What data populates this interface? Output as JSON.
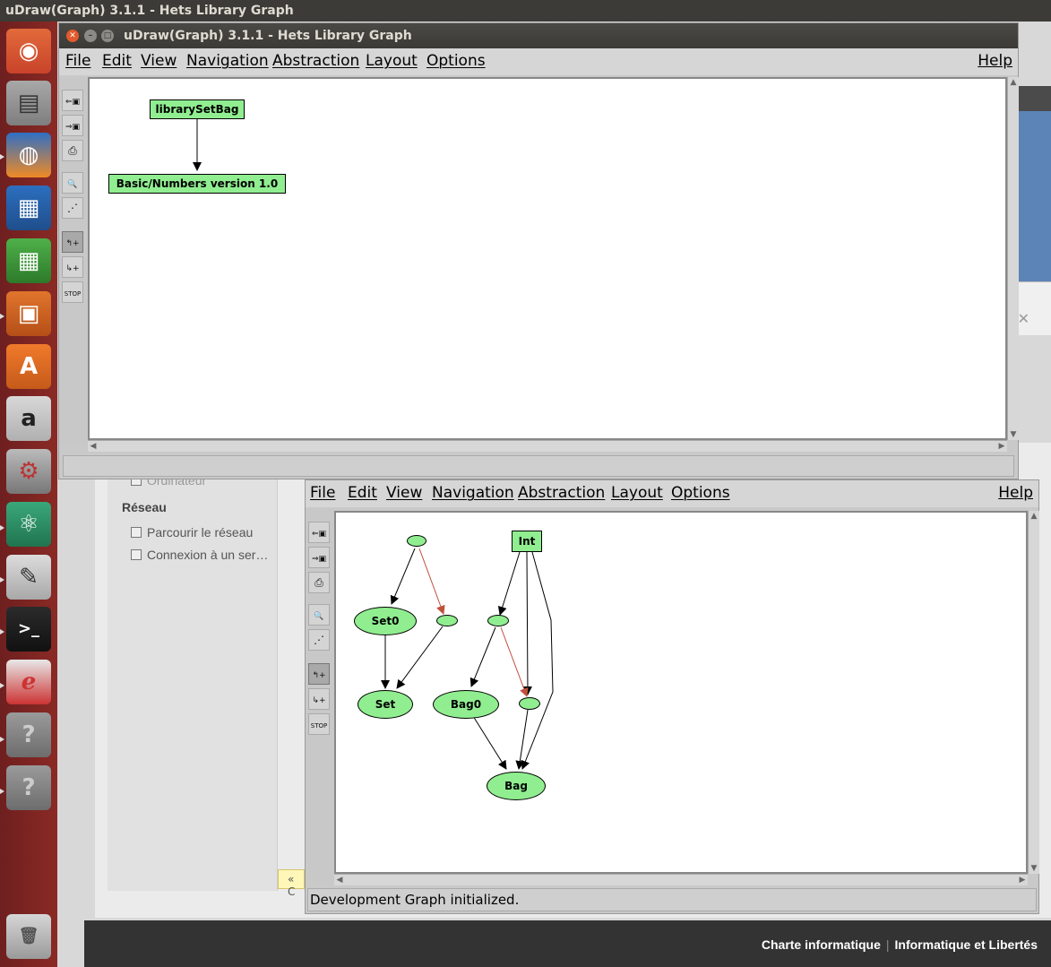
{
  "topbar": {
    "title": "uDraw(Graph) 3.1.1 - Hets Library Graph"
  },
  "launcher": {
    "items": [
      {
        "name": "ubuntu-dash-icon",
        "glyph": "◉"
      },
      {
        "name": "files-icon",
        "glyph": "▤"
      },
      {
        "name": "firefox-icon",
        "glyph": "◍"
      },
      {
        "name": "writer-icon",
        "glyph": "▦"
      },
      {
        "name": "calc-icon",
        "glyph": "▦"
      },
      {
        "name": "impress-icon",
        "glyph": "▣"
      },
      {
        "name": "software-center-icon",
        "glyph": "A"
      },
      {
        "name": "amazon-icon",
        "glyph": "a"
      },
      {
        "name": "system-settings-icon",
        "glyph": "⚙"
      },
      {
        "name": "atom-icon",
        "glyph": "⚛"
      },
      {
        "name": "text-editor-icon",
        "glyph": "✎"
      },
      {
        "name": "terminal-icon",
        "glyph": ">_"
      },
      {
        "name": "pdf-viewer-icon",
        "glyph": "ℯ"
      },
      {
        "name": "unknown-app-icon",
        "glyph": "?"
      },
      {
        "name": "unknown-app-icon",
        "glyph": "?"
      },
      {
        "name": "trash-icon",
        "glyph": "🗑"
      }
    ]
  },
  "background": {
    "sidebar_partial": "Ordinateur",
    "network_heading": "Réseau",
    "browse_network": "Parcourir le réseau",
    "connect_server": "Connexion à un ser…",
    "collapse_label": "« C",
    "footer_link1": "Charte informatique",
    "footer_sep": "|",
    "footer_link2": "Informatique et Libertés"
  },
  "window1": {
    "title": "uDraw(Graph) 3.1.1 - Hets Library Graph",
    "menu": [
      "File",
      "Edit",
      "View",
      "Navigation",
      "Abstraction",
      "Layout",
      "Options"
    ],
    "help": "Help",
    "toolbar": [
      {
        "name": "load-icon",
        "glyph": "⇐▣"
      },
      {
        "name": "save-icon",
        "glyph": "⇒▣"
      },
      {
        "name": "print-icon",
        "glyph": "⎙"
      },
      {
        "name": "zoom-icon",
        "glyph": "🔍"
      },
      {
        "name": "layout-tree-icon",
        "glyph": "⋰"
      },
      {
        "name": "tool-a-icon",
        "glyph": "↰+"
      },
      {
        "name": "tool-b-icon",
        "glyph": "↳+"
      },
      {
        "name": "stop-icon",
        "glyph": "STOP"
      }
    ],
    "nodes": {
      "librarySetBag": "librarySetBag",
      "basicNumbers": "Basic/Numbers version 1.0"
    },
    "status": ""
  },
  "window2": {
    "menu": [
      "File",
      "Edit",
      "View",
      "Navigation",
      "Abstraction",
      "Layout",
      "Options"
    ],
    "help": "Help",
    "toolbar": [
      {
        "name": "load-icon",
        "glyph": "⇐▣"
      },
      {
        "name": "save-icon",
        "glyph": "⇒▣"
      },
      {
        "name": "print-icon",
        "glyph": "⎙"
      },
      {
        "name": "zoom-icon",
        "glyph": "🔍"
      },
      {
        "name": "layout-tree-icon",
        "glyph": "⋰"
      },
      {
        "name": "tool-a-icon",
        "glyph": "↰+"
      },
      {
        "name": "tool-b-icon",
        "glyph": "↳+"
      },
      {
        "name": "stop-icon",
        "glyph": "STOP"
      }
    ],
    "nodes": {
      "int": "Int",
      "set0": "Set0",
      "set": "Set",
      "bag0": "Bag0",
      "bag": "Bag"
    },
    "status": "Development Graph initialized."
  },
  "colors": {
    "node_fill": "#90ee90",
    "edge_black": "#000000",
    "edge_red": "#c0503c",
    "launcher": "#7a2520",
    "titlebar": "#3c3b37"
  }
}
